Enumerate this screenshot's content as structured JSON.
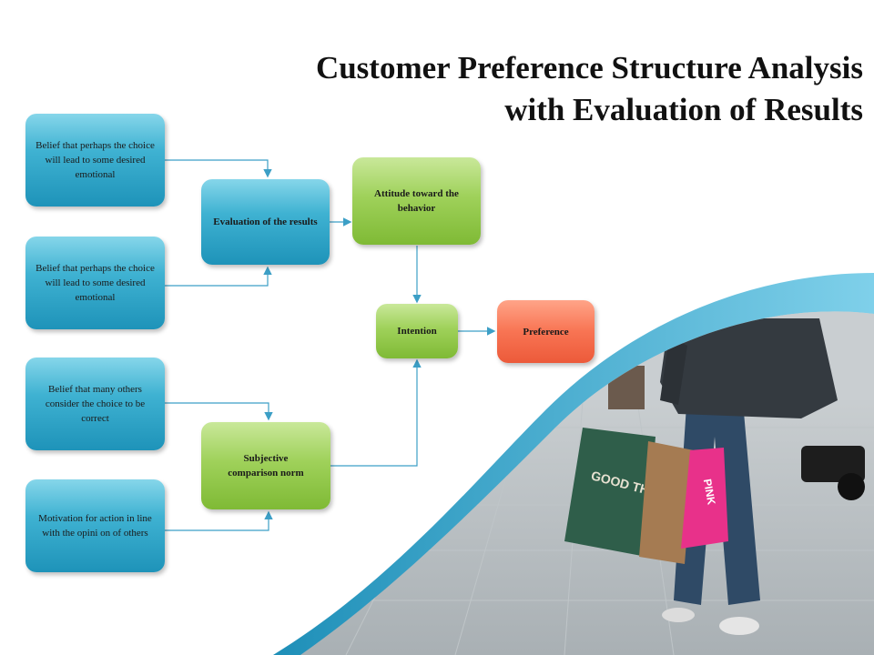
{
  "title": {
    "line1": "Customer Preference Structure Analysis",
    "line2": "with Evaluation of  Results"
  },
  "nodes": {
    "belief1": "Belief that perhaps the choice will lead to some desired emotional",
    "belief2": "Belief that perhaps the choice will lead to some desired emotional",
    "belief3": "Belief that many others consider the choice to be correct",
    "motivation": "Motivation for action in line with the opini on of others",
    "evaluation": "Evaluation of the results",
    "attitude": "Attitude toward the behavior",
    "subjective": "Subjective comparison norm",
    "intention": "Intention",
    "preference": "Preference"
  },
  "colors": {
    "blue": "#3fb2d2",
    "green": "#9fd15a",
    "orange": "#f87453",
    "connector": "#3c9fc6",
    "wave": "#2a9dc7"
  },
  "photo": {
    "bag_print": "GOOD THINGS INSIDE",
    "bag2_print": "PINK"
  }
}
